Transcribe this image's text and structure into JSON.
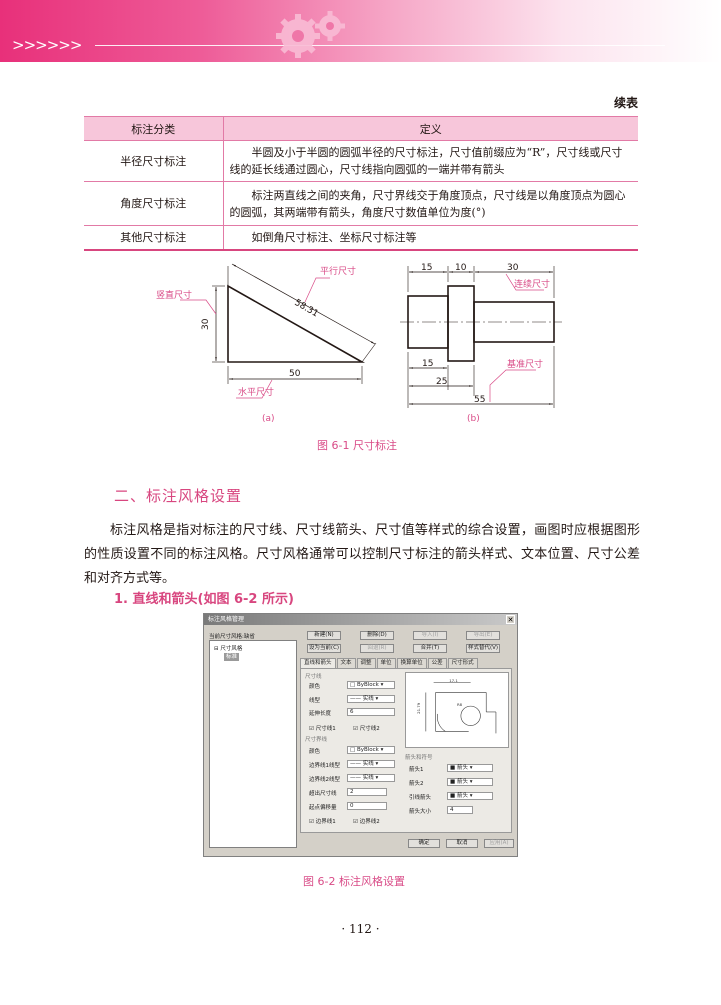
{
  "header": {
    "chevrons": ">>>>>>"
  },
  "continued_label": "续表",
  "table": {
    "headers": [
      "标注分类",
      "定义"
    ],
    "rows": [
      {
        "category": "半径尺寸标注",
        "definition": "半圆及小于半圆的圆弧半径的尺寸标注，尺寸值前缀应为“R”，尺寸线或尺寸线的延长线通过圆心，尺寸线指向圆弧的一端并带有箭头"
      },
      {
        "category": "角度尺寸标注",
        "definition": "标注两直线之间的夹角，尺寸界线交于角度顶点，尺寸线是以角度顶点为圆心的圆弧，其两端带有箭头，角度尺寸数值单位为度(°)"
      },
      {
        "category": "其他尺寸标注",
        "definition": "如倒角尺寸标注、坐标尺寸标注等"
      }
    ]
  },
  "figure1": {
    "a": {
      "vertical_label": "竖直尺寸",
      "vertical_value": "30",
      "parallel_label": "平行尺寸",
      "parallel_value": "58.31",
      "horizontal_label": "水平尺寸",
      "horizontal_value": "50",
      "tag": "(a)"
    },
    "b": {
      "top_dims": [
        "15",
        "10",
        "30"
      ],
      "continuous_label": "连续尺寸",
      "baseline_label": "基准尺寸",
      "bottom_dims": [
        "15",
        "25",
        "55"
      ],
      "tag": "(b)"
    },
    "caption": "图 6-1   尺寸标注"
  },
  "section": {
    "title": "二、标注风格设置",
    "paragraph": "标注风格是指对标注的尺寸线、尺寸线箭头、尺寸值等样式的综合设置，画图时应根据图形的性质设置不同的标注风格。尺寸风格通常可以控制尺寸标注的箭头样式、文本位置、尺寸公差和对齐方式等。",
    "subtitle": "1. 直线和箭头(如图 6-2 所示)"
  },
  "dialog": {
    "title": "标注风格管理",
    "current_style_label": "当前尺寸风格:缺省",
    "tree_root": "尺寸风格",
    "tree_selected": "标准",
    "buttons": {
      "new": "新建(N)",
      "delete": "删除(D)",
      "import": "导入(I)",
      "export": "导出(E)",
      "set_current": "设为当前(C)",
      "rename": "回退(R)",
      "merge": "合并(T)",
      "replace": "样式替代(V)"
    },
    "tabs": [
      "直线和箭头",
      "文本",
      "调整",
      "单位",
      "换算单位",
      "公差",
      "尺寸形式"
    ],
    "dimline_group": "尺寸线",
    "color_label": "颜色",
    "color_value": "ByBlock",
    "linetype_label": "线型",
    "linetype_value": "实线",
    "extend_label": "延伸长度",
    "extend_value": "6",
    "chk_dim1": "尺寸线1",
    "chk_dim2": "尺寸线2",
    "extline_group": "尺寸界线",
    "ext_color_label": "颜色",
    "ext_color_value": "ByBlock",
    "ext1_type_label": "边界线1线型",
    "ext1_type_value": "实线",
    "ext2_type_label": "边界线2线型",
    "ext2_type_value": "实线",
    "overshoot_label": "超出尺寸线",
    "overshoot_value": "2",
    "offset_label": "起点偏移量",
    "offset_value": "0",
    "chk_ext1": "边界线1",
    "chk_ext2": "边界线2",
    "arrow_group": "箭头和符号",
    "arrow1_label": "箭头1",
    "arrow1_value": "箭头",
    "arrow2_label": "箭头2",
    "arrow2_value": "箭头",
    "leader_label": "引线箭头",
    "leader_value": "箭头",
    "arrow_size_label": "箭头大小",
    "arrow_size_value": "4",
    "ok": "确定",
    "cancel": "取消",
    "apply": "应用(A)"
  },
  "figure2_caption": "图 6-2   标注风格设置",
  "page_number": "· 112 ·"
}
